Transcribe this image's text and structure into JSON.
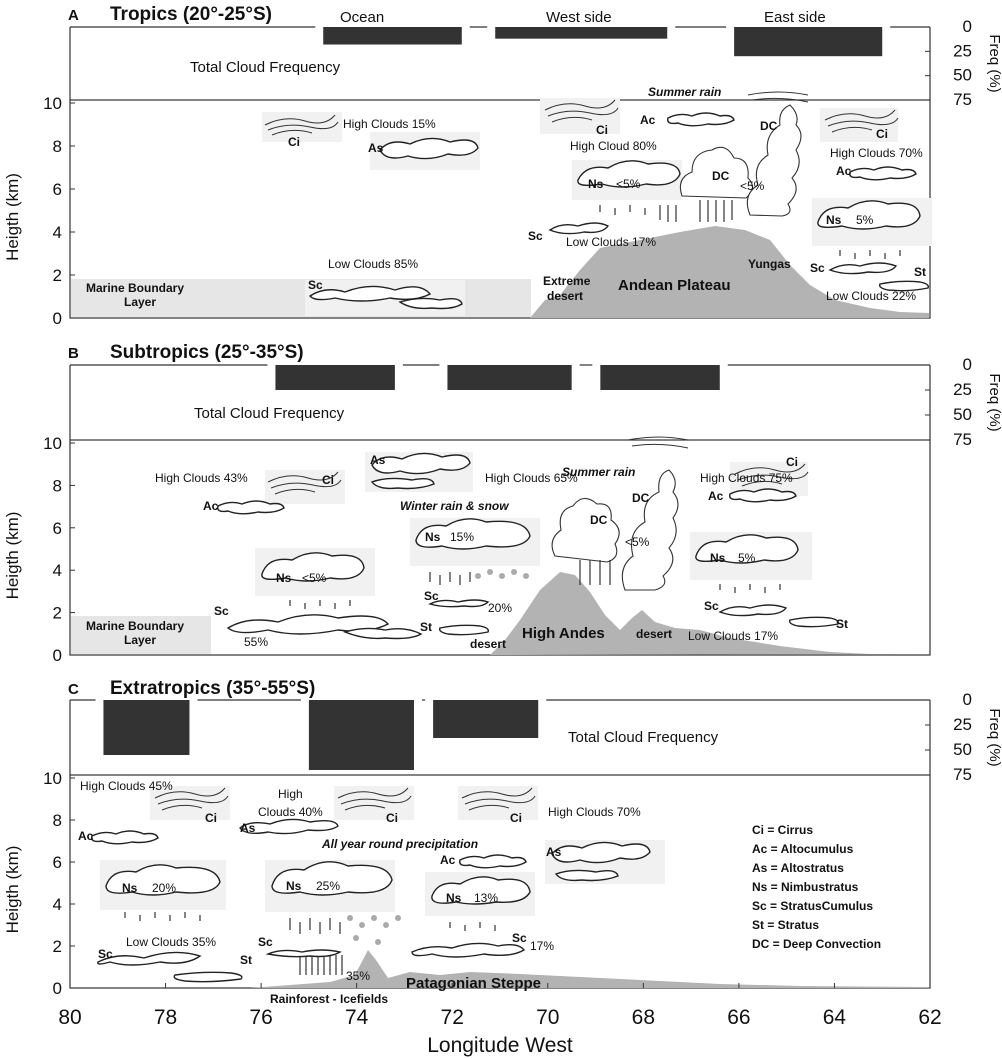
{
  "figure": {
    "x_axis": {
      "label": "Longitude West",
      "ticks": [
        "80",
        "78",
        "76",
        "74",
        "72",
        "70",
        "68",
        "66",
        "64",
        "62"
      ]
    },
    "y_axis": {
      "label": "Heigth (km)",
      "ticks": [
        "0",
        "2",
        "4",
        "6",
        "8",
        "10"
      ]
    },
    "freq_axis": {
      "label": "Freq (%)",
      "ticks": [
        "0",
        "25",
        "50",
        "75"
      ]
    },
    "legend": [
      "Ci  = Cirrus",
      "Ac = Altocumulus",
      "As = Altostratus",
      "Ns = Nimbustratus",
      "Sc  = StratusCumulus",
      "St  = Stratus",
      "DC = Deep Convection"
    ],
    "colors": {
      "terrain": "#b3b3b3",
      "bars": "#333333",
      "boundary_layer": "#e6e6e6"
    }
  },
  "panels": [
    {
      "letter": "A",
      "title": "Tropics (20°-25°S)",
      "freq_label": "Total Cloud Frequency",
      "section_headers": [
        "Ocean",
        "West side",
        "East side"
      ],
      "freq_bars": [
        {
          "lon_from": 74.7,
          "lon_to": 71.8,
          "freq": 18
        },
        {
          "lon_from": 71.1,
          "lon_to": 67.5,
          "freq": 12
        },
        {
          "lon_from": 66.1,
          "lon_to": 63.0,
          "freq": 30
        }
      ],
      "labels": {
        "high_ocean": "High Clouds 15%",
        "high_west": "High Cloud 80%",
        "high_east": "High Clouds 70%",
        "low_ocean": "Low Clouds 85%",
        "low_west": "Low Clouds 17%",
        "low_east": "Low Clouds 22%",
        "ns_west": "<5%",
        "dc_west": "<5%",
        "ns_east": "5%",
        "summer_rain": "Summer rain",
        "mbl": [
          "Marine Boundary",
          "Layer"
        ],
        "desert": [
          "Extreme",
          "desert"
        ],
        "yungas": "Yungas",
        "plateau": "Andean Plateau"
      }
    },
    {
      "letter": "B",
      "title": "Subtropics (25°-35°S)",
      "freq_label": "Total Cloud Frequency",
      "freq_bars": [
        {
          "lon_from": 75.7,
          "lon_to": 73.2,
          "freq": 25
        },
        {
          "lon_from": 72.1,
          "lon_to": 69.5,
          "freq": 25
        },
        {
          "lon_from": 68.9,
          "lon_to": 66.4,
          "freq": 25
        }
      ],
      "labels": {
        "high_ocean": "High Clouds  43%",
        "high_mid": "High Clouds  65%",
        "high_east": "High Clouds 75%",
        "winter_rain": "Winter rain & snow",
        "summer_rain": "Summer rain",
        "ns_ocean": "<5%",
        "ns_mid": "15%",
        "dc": "<5%",
        "ns_east": "5%",
        "sc_ocean": "55%",
        "sc_mid": "20%",
        "low_east": "Low Clouds 17%",
        "mbl": [
          "Marine Boundary",
          "Layer"
        ],
        "desert_w": "desert",
        "desert_e": "desert",
        "andes": "High Andes"
      }
    },
    {
      "letter": "C",
      "title": "Extratropics (35°-55°S)",
      "freq_label": "Total Cloud Frequency",
      "freq_bars": [
        {
          "lon_from": 79.3,
          "lon_to": 77.5,
          "freq": 55
        },
        {
          "lon_from": 75.0,
          "lon_to": 72.8,
          "freq": 70
        },
        {
          "lon_from": 72.4,
          "lon_to": 70.2,
          "freq": 38
        }
      ],
      "labels": {
        "high_w": "High Clouds 45%",
        "high_mid": [
          "High",
          "Clouds 40%"
        ],
        "high_e": "High Clouds 70%",
        "ns_w": "20%",
        "ns_mid": "25%",
        "ns_e": "13%",
        "low_w": "Low Clouds 35%",
        "sc_mid": "35%",
        "sc_e": "17%",
        "precip": "All year round  precipitation",
        "rainforest": "Rainforest - Icefields",
        "steppe": "Patagonian Steppe"
      }
    }
  ]
}
